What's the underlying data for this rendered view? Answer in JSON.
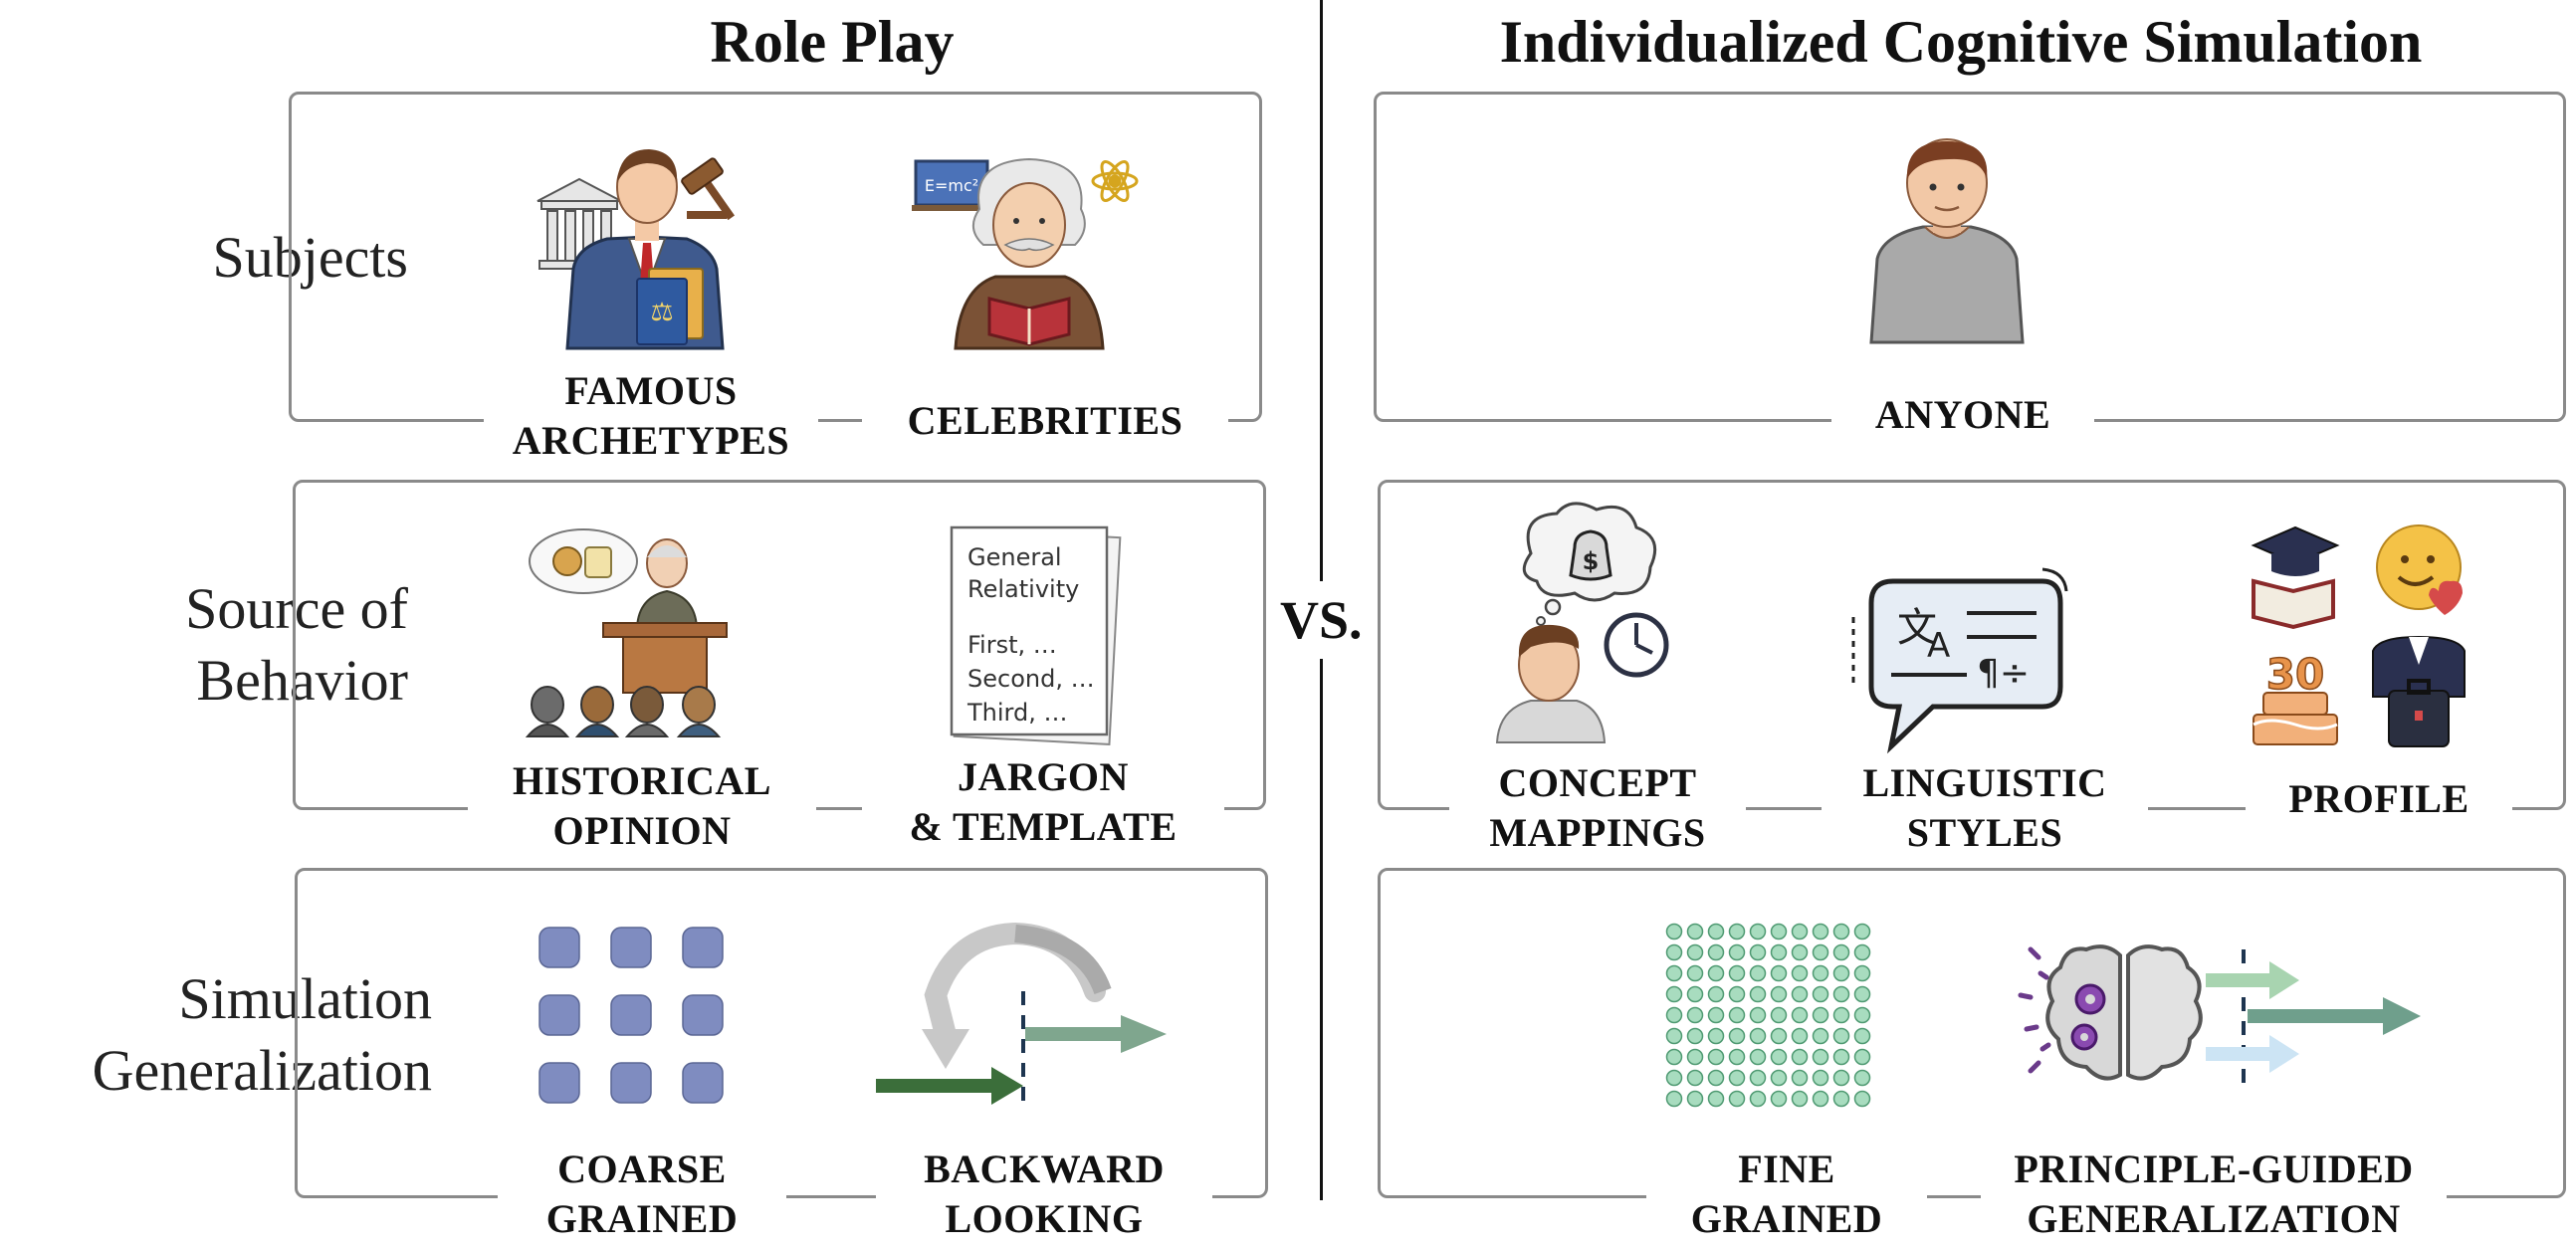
{
  "titles": {
    "left": "Role Play",
    "right": "Individualized Cognitive Simulation"
  },
  "vs": "VS.",
  "rows": {
    "subjects": "Subjects",
    "source": "Source of\nBehavior",
    "simulation": "Simulation\nGeneralization"
  },
  "captions": {
    "famous": "FAMOUS\nARCHETYPES",
    "celebrities": "CELEBRITIES",
    "anyone": "ANYONE",
    "historical": "HISTORICAL\nOPINION",
    "jargon": "JARGON\n& TEMPLATE",
    "concept": "CONCEPT\nMAPPINGS",
    "linguistic": "LINGUISTIC\nSTYLES",
    "profile": "PROFILE",
    "coarse": "COARSE\nGRAINED",
    "backward": "BACKWARD\nLOOKING",
    "fine": "FINE\nGRAINED",
    "principle": "PRINCIPLE-GUIDED\nGENERALIZATION"
  },
  "icons": {
    "blackboard_text": "E=mc²",
    "document_lines": [
      "General",
      "Relativity",
      "",
      "First, …",
      "Second, …",
      "Third, …"
    ],
    "cake_number": "30"
  },
  "colors": {
    "box_border": "#8a8a8a",
    "coarse_tile": "#7f8cc0",
    "fine_dot": "#a8dcbf",
    "forward_arrow": "#3b6e3a",
    "backward_arrow": "#c8c8c8",
    "gen_arrow": "#6f9f8c"
  }
}
